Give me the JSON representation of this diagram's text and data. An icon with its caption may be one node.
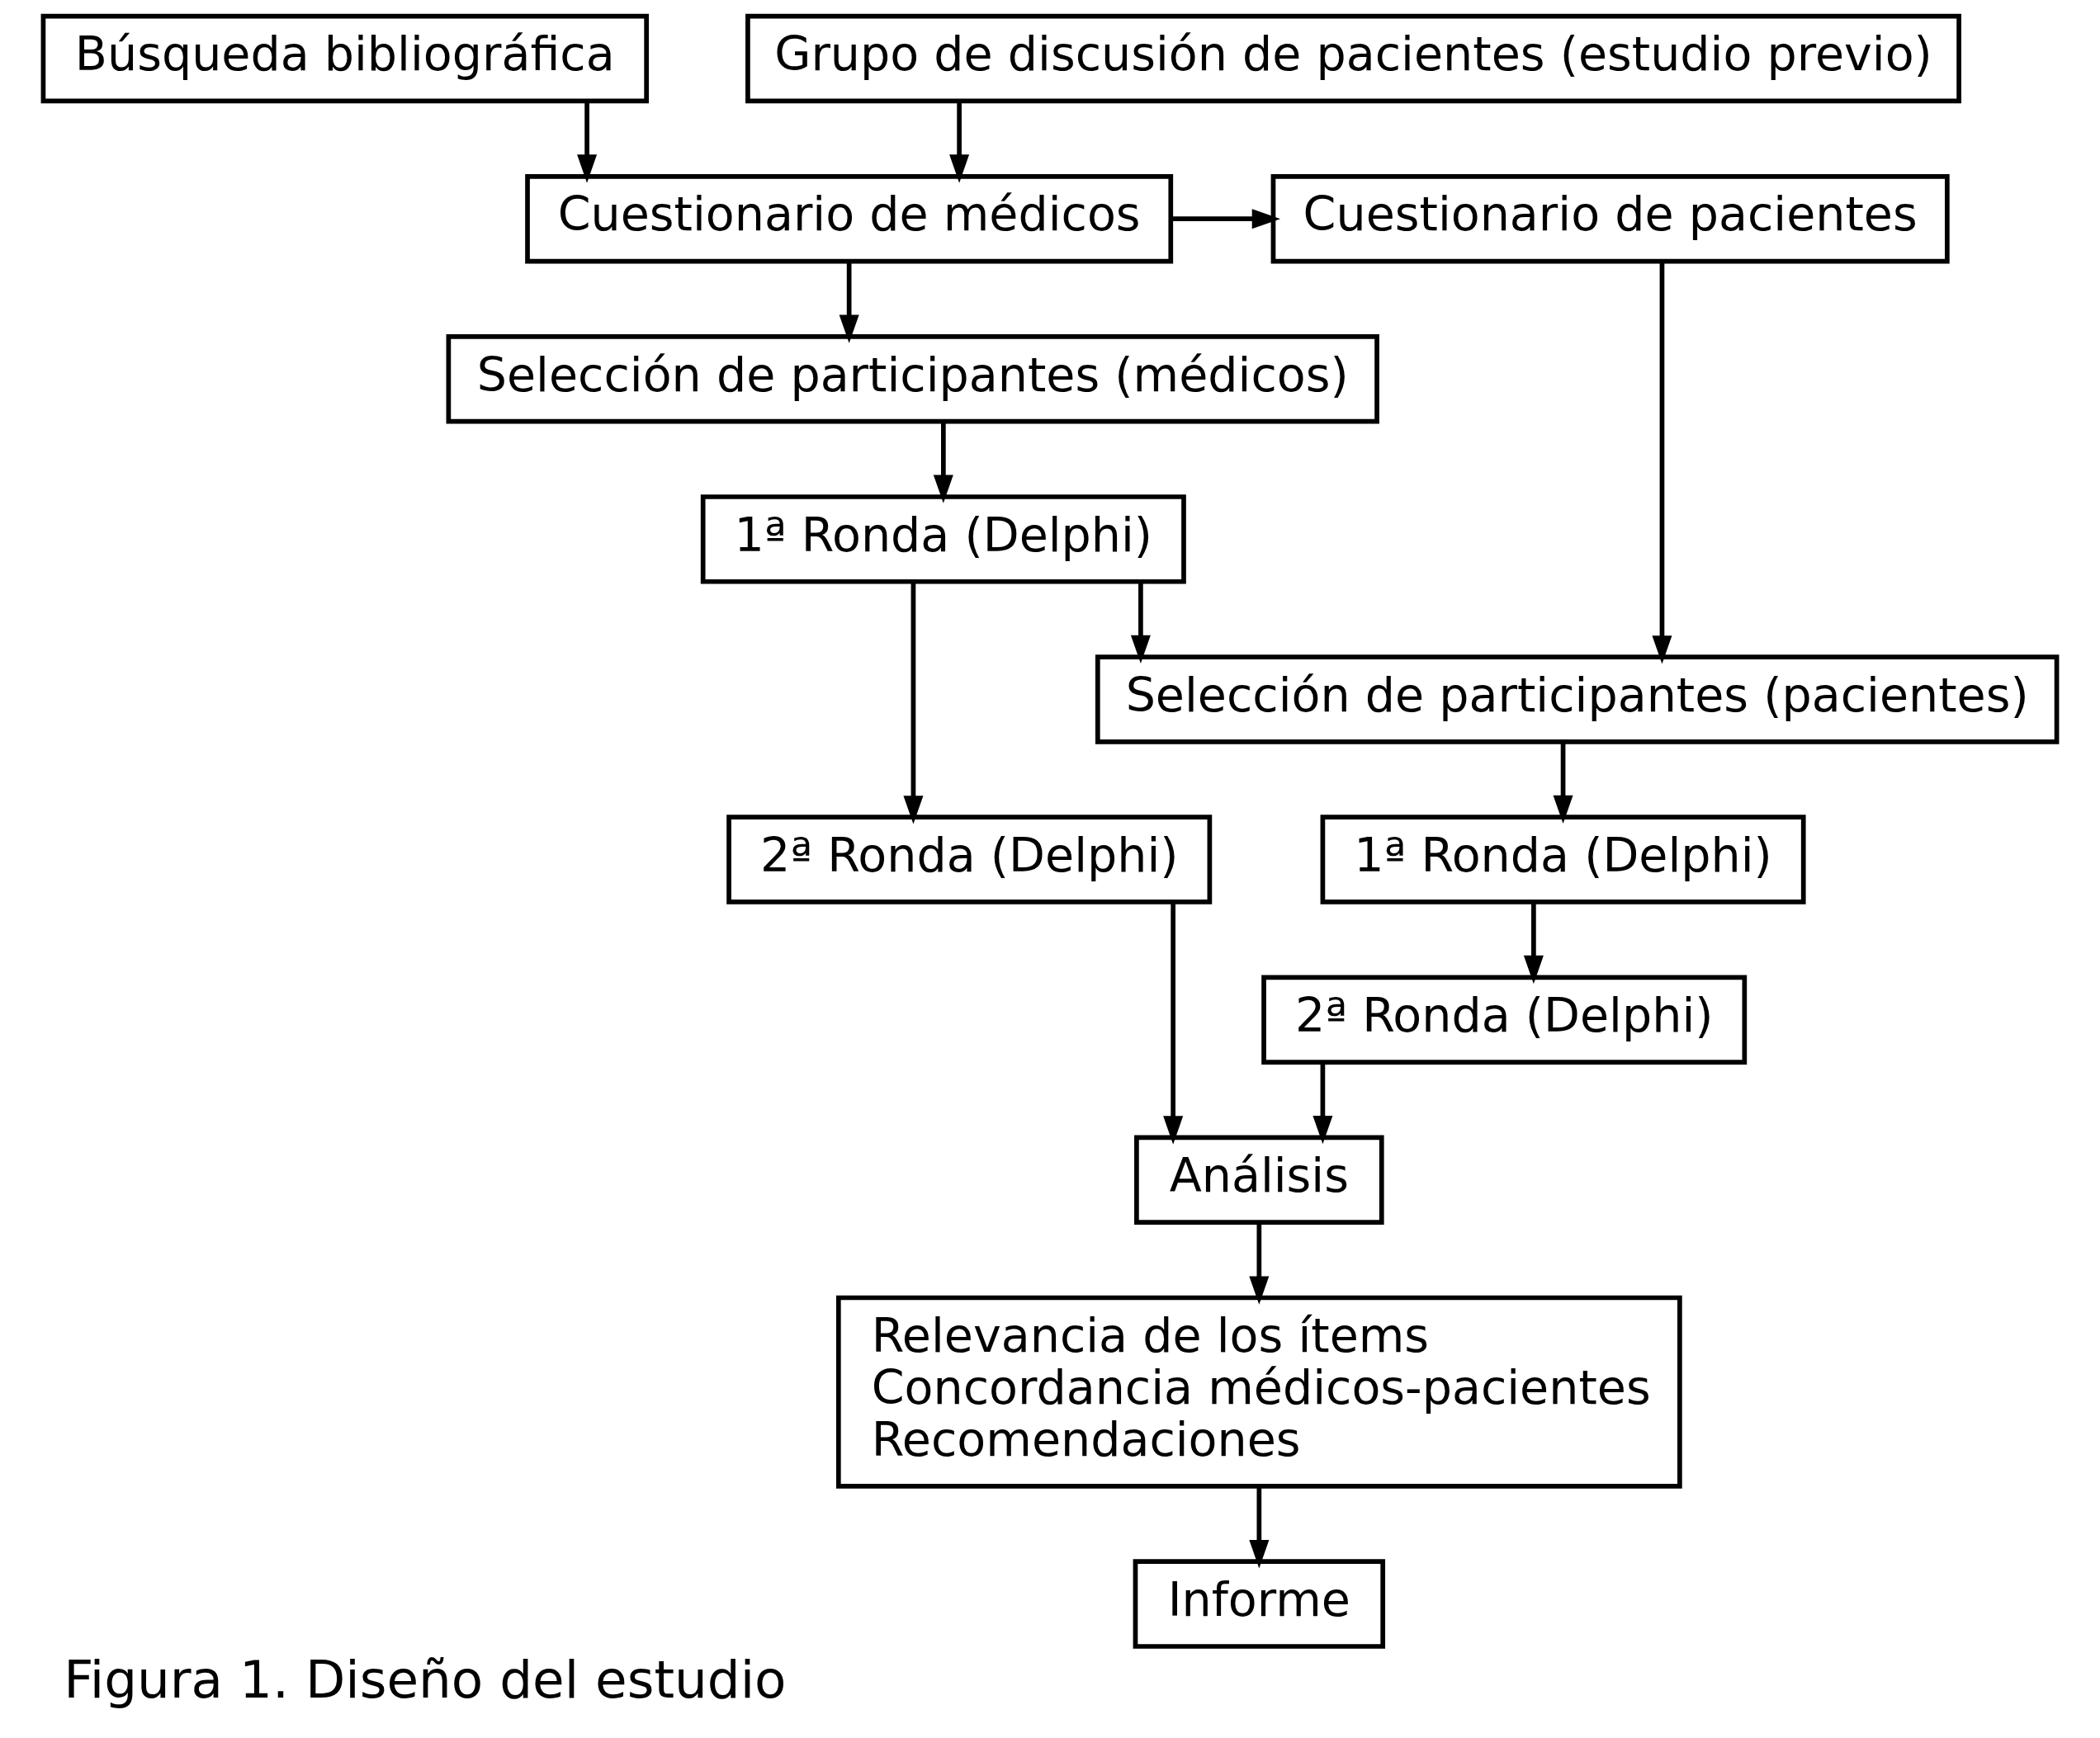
{
  "diagram": {
    "caption": "Figura 1. Diseño del estudio",
    "nodes": [
      {
        "text": [
          "Búsqueda bibliográfica"
        ]
      },
      {
        "text": [
          "Grupo de discusión de pacientes (estudio previo)"
        ]
      },
      {
        "text": [
          "Cuestionario de médicos"
        ]
      },
      {
        "text": [
          "Cuestionario de pacientes"
        ]
      },
      {
        "text": [
          "Selección de participantes (médicos)"
        ]
      },
      {
        "text": [
          "Selección de participantes (pacientes)"
        ]
      },
      {
        "text": [
          "1ª Ronda (Delphi)"
        ]
      },
      {
        "text": [
          "1ª Ronda (Delphi)"
        ]
      },
      {
        "text": [
          "2ª Ronda (Delphi)"
        ]
      },
      {
        "text": [
          "2ª Ronda (Delphi)"
        ]
      },
      {
        "text": [
          "Análisis"
        ]
      },
      {
        "text": [
          "Relevancia de los ítems",
          "Concordancia médicos-pacientes",
          "Recomendaciones"
        ]
      },
      {
        "text": [
          "Informe"
        ]
      }
    ],
    "edges": [
      {
        "from": 0,
        "to": 2,
        "arrow": "to"
      },
      {
        "from": 1,
        "to": 2,
        "arrow": "to"
      },
      {
        "from": 2,
        "to": 3,
        "arrow": "to"
      },
      {
        "from": 2,
        "to": 4,
        "arrow": "to"
      },
      {
        "from": 3,
        "to": 5,
        "arrow": "to"
      },
      {
        "from": 4,
        "to": 6,
        "arrow": "to"
      },
      {
        "from": 5,
        "to": 7,
        "arrow": "to"
      },
      {
        "from": 6,
        "to": 5,
        "arrow": "to"
      },
      {
        "from": 6,
        "to": 8,
        "arrow": "to"
      },
      {
        "from": 7,
        "to": 9,
        "arrow": "to"
      },
      {
        "from": 8,
        "to": 10,
        "arrow": "to"
      },
      {
        "from": 9,
        "to": 10,
        "arrow": "to"
      },
      {
        "from": 10,
        "to": 11,
        "arrow": "to"
      },
      {
        "from": 11,
        "to": 12,
        "arrow": "to"
      }
    ]
  }
}
